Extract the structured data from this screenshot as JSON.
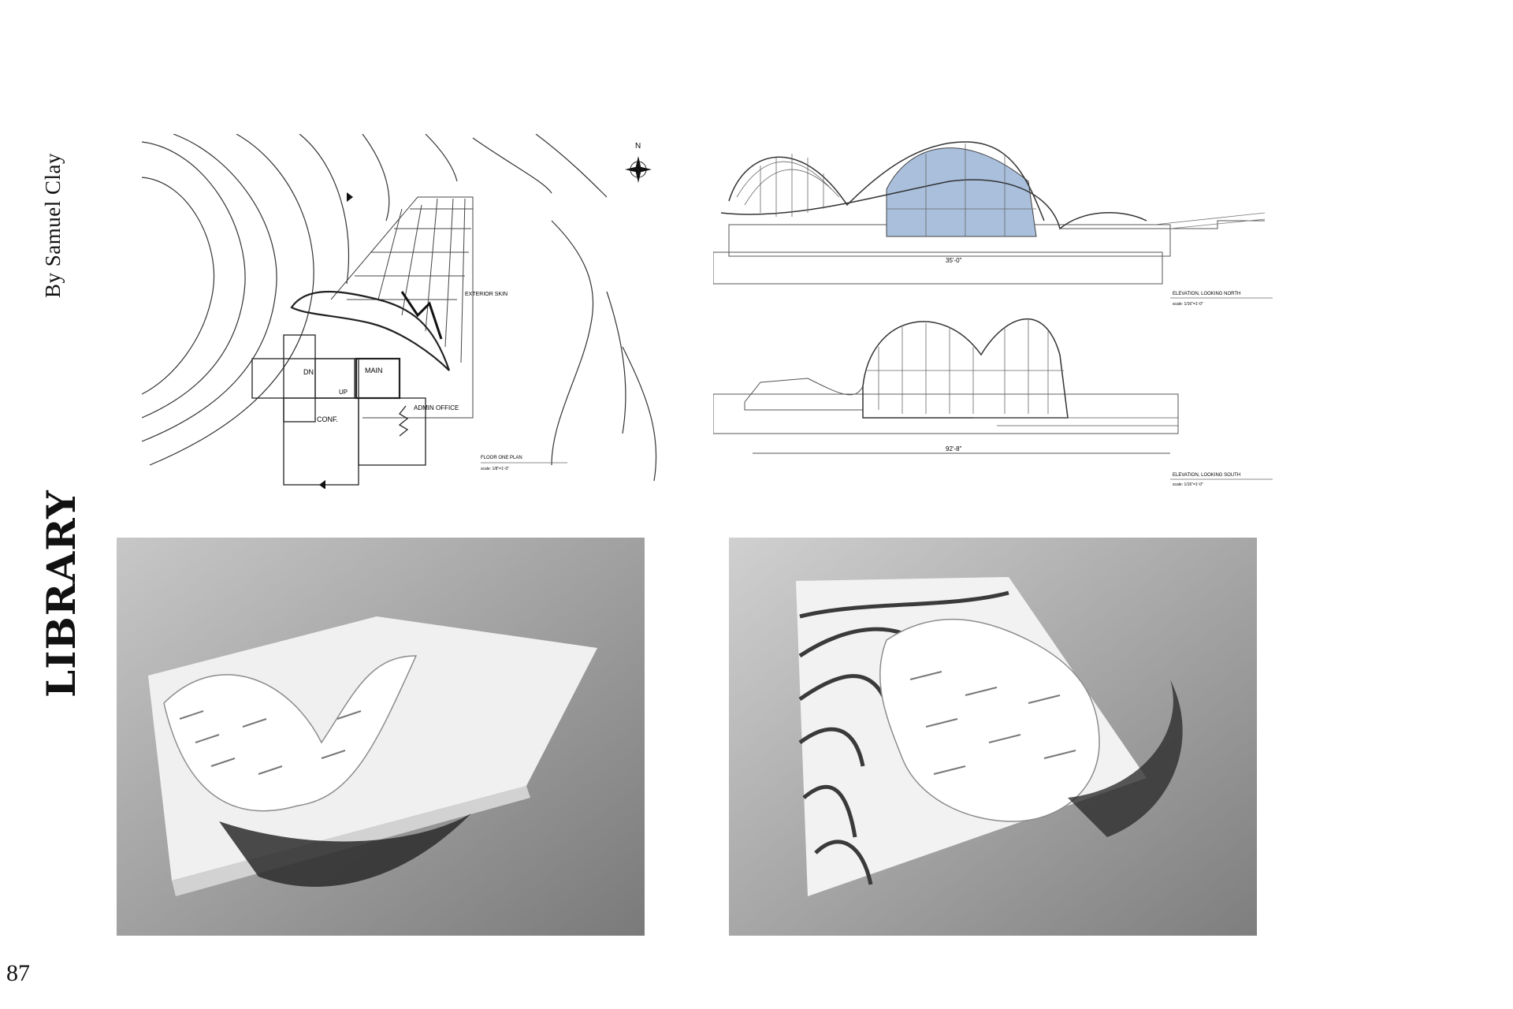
{
  "page": {
    "author": "By Samuel Clay",
    "title": "LIBRARY",
    "page_number": "87"
  },
  "floor_plan": {
    "north_label": "N",
    "rooms": [
      "DN",
      "MAIN",
      "UP",
      "ADMIN OFFICE",
      "CONF."
    ],
    "caption": "FLOOR ONE PLAN",
    "scale": "scale: 1/8\"=1'-0\"",
    "exterior_label": "EXTERIOR SKIN"
  },
  "elevations": [
    {
      "caption": "ELEVATION, LOOKING NORTH",
      "scale": "scale: 1/16\"=1'-0\"",
      "dimension": "35'-0\""
    },
    {
      "caption": "ELEVATION, LOOKING SOUTH",
      "scale": "scale: 1/16\"=1'-0\"",
      "dimension": "92'-8\""
    }
  ],
  "photos": [
    {
      "subject": "model-photo-front"
    },
    {
      "subject": "model-photo-top"
    }
  ]
}
